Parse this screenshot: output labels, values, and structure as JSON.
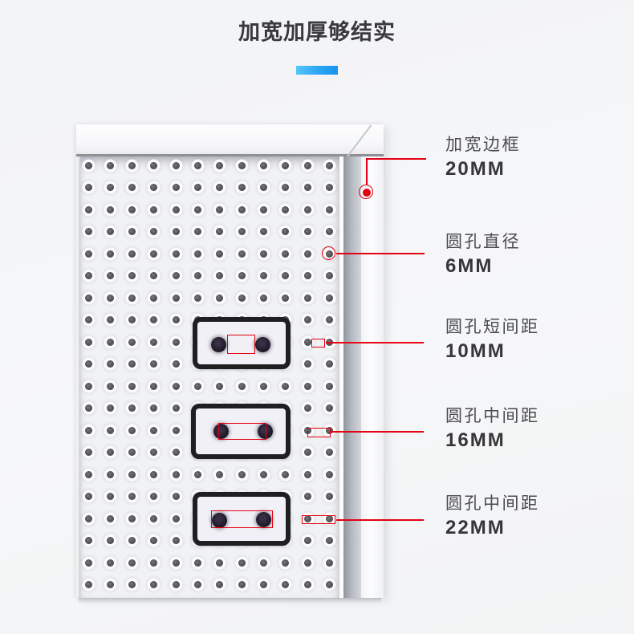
{
  "page": {
    "title": "加宽加厚够结实"
  },
  "accent": {
    "color_start": "#55c4fa",
    "color_end": "#1a93ee"
  },
  "colors": {
    "callout_red": "#e60012",
    "board_field": "#f1f2f4",
    "plate_border": "#1f1f22"
  },
  "pegboard": {
    "columns": 12,
    "rows": 20
  },
  "annotations": [
    {
      "id": "border-width",
      "label": "加宽边框",
      "value": "20MM"
    },
    {
      "id": "hole-diameter",
      "label": "圆孔直径",
      "value": "6MM"
    },
    {
      "id": "hole-short-gap",
      "label": "圆孔短间距",
      "value": "10MM"
    },
    {
      "id": "hole-center-gap",
      "label": "圆孔中间距",
      "value": "16MM"
    },
    {
      "id": "hole-outer-gap",
      "label": "圆孔中间距",
      "value": "22MM"
    }
  ]
}
